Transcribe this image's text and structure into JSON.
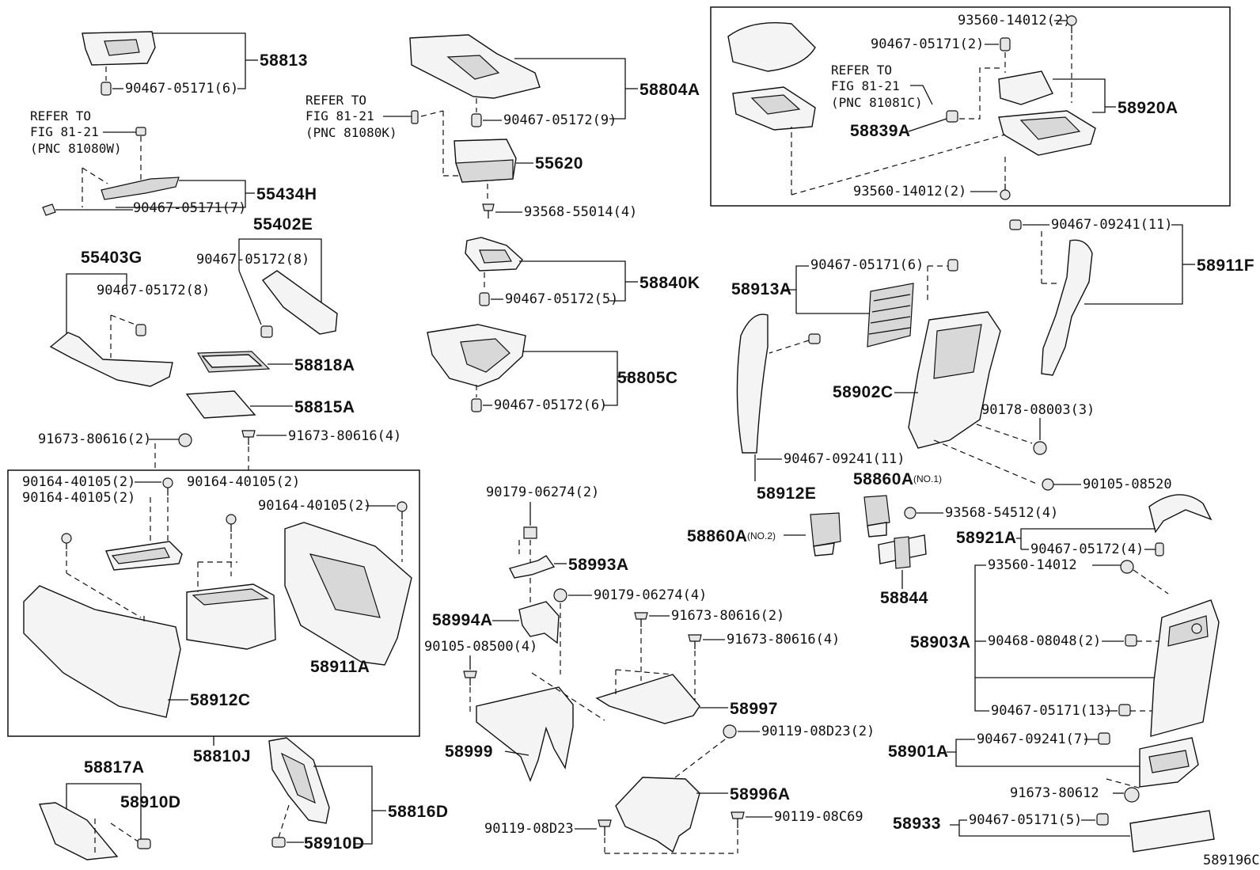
{
  "diagram_id": "589196C",
  "labels": {
    "p58813": "58813",
    "c_90467_05171_6_a": "90467-05171(6)",
    "ref_w_1": "REFER TO",
    "ref_w_2": "FIG 81-21",
    "ref_w_3": "(PNC 81080W)",
    "p55434H": "55434H",
    "c_90467_05171_7": "90467-05171(7)",
    "p55403G": "55403G",
    "c_90467_05172_8_a": "90467-05172(8)",
    "p55402E": "55402E",
    "c_90467_05172_8_b": "90467-05172(8)",
    "p58818A": "58818A",
    "p58815A": "58815A",
    "ref_k_1": "REFER TO",
    "ref_k_2": "FIG 81-21",
    "ref_k_3": "(PNC 81080K)",
    "p58804A": "58804A",
    "c_90467_05172_9": "90467-05172(9)",
    "p55620": "55620",
    "c_93568_55014_4": "93568-55014(4)",
    "p58840K": "58840K",
    "c_90467_05172_5": "90467-05172(5)",
    "p58805C": "58805C",
    "c_90467_05172_6": "90467-05172(6)",
    "c_93560_14012_2_a": "93560-14012(2)",
    "c_90467_05171_2": "90467-05171(2)",
    "ref_c_1": "REFER TO",
    "ref_c_2": "FIG 81-21",
    "ref_c_3": "(PNC 81081C)",
    "p58839A": "58839A",
    "p58920A": "58920A",
    "c_93560_14012_2_b": "93560-14012(2)",
    "c_90467_09241_11_a": "90467-09241(11)",
    "p58911F": "58911F",
    "c_90467_05171_6_b": "90467-05171(6)",
    "p58913A": "58913A",
    "p58902C": "58902C",
    "c_90178_08003_3": "90178-08003(3)",
    "c_90467_09241_11_b": "90467-09241(11)",
    "p58912E": "58912E",
    "p58860A_1": "58860A",
    "no1": "(NO.1)",
    "c_93568_54512_4": "93568-54512(4)",
    "c_90105_08520": "90105-08520",
    "p58860A_2": "58860A",
    "no2": "(NO.2)",
    "p58844": "58844",
    "p58921A": "58921A",
    "c_90467_05172_4": "90467-05172(4)",
    "c_91673_80616_2_a": "91673-80616(2)",
    "c_91673_80616_4_a": "91673-80616(4)",
    "c_90164_40105_2_a": "90164-40105(2)",
    "c_90164_40105_2_b": "90164-40105(2)",
    "c_90164_40105_2_c": "90164-40105(2)",
    "c_90164_40105_2_d": "90164-40105(2)",
    "p58911A": "58911A",
    "p58912C": "58912C",
    "p58810J": "58810J",
    "p58817A": "58817A",
    "p58910D_a": "58910D",
    "p58816D": "58816D",
    "p58910D_b": "58910D",
    "c_90179_06274_2": "90179-06274(2)",
    "p58993A": "58993A",
    "c_90179_06274_4": "90179-06274(4)",
    "p58994A": "58994A",
    "c_91673_80616_2_b": "91673-80616(2)",
    "c_91673_80616_4_b": "91673-80616(4)",
    "c_90105_08500_4": "90105-08500(4)",
    "p58997": "58997",
    "p58999": "58999",
    "c_90119_08D23_2": "90119-08D23(2)",
    "p58996A": "58996A",
    "c_90119_08D23": "90119-08D23",
    "c_90119_08C69": "90119-08C69",
    "c_93560_14012": "93560-14012",
    "p58903A": "58903A",
    "c_90468_08048_2": "90468-08048(2)",
    "c_90467_05171_13": "90467-05171(13)",
    "p58901A": "58901A",
    "c_90467_09241_7": "90467-09241(7)",
    "c_91673_80612": "91673-80612",
    "p58933": "58933",
    "c_90467_05171_5": "90467-05171(5)"
  }
}
